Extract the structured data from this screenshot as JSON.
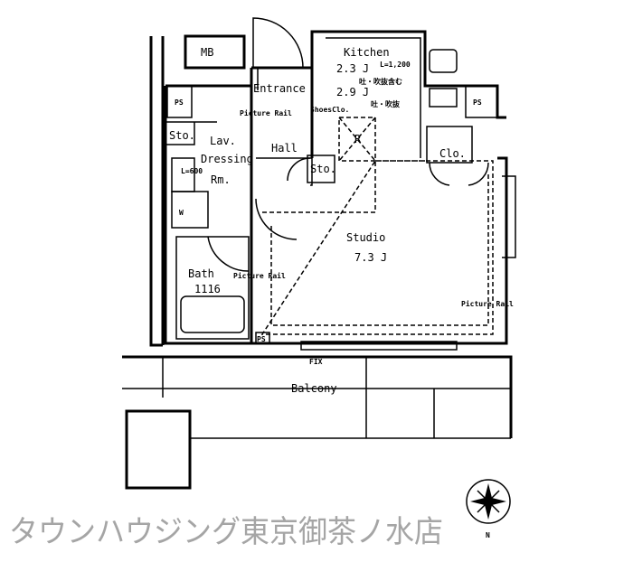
{
  "rooms": {
    "mb": "MB",
    "ps_left": "PS",
    "ps_right": "PS",
    "ps_bottom": "PS",
    "kitchen": "Kitchen",
    "kitchen_area_1": "2.3 J",
    "kitchen_area_2": "2.9 J",
    "kitchen_note_1": "吐・吹抜含む",
    "kitchen_note_2": "吐・吹抜",
    "kitchen_length": "L=1,200",
    "entrance": "Entrance",
    "picture_rail_entrance": "Picture Rail",
    "shoes_closet": "ShoesClo.",
    "storage_left": "Sto.",
    "lavatory": "Lav.",
    "dressing": "Dressing",
    "dressing_rm": "Rm.",
    "dressing_length": "L=600",
    "hall": "Hall",
    "storage_hall": "Sto.",
    "refrigerator": "R",
    "closet": "Clo.",
    "washer": "W",
    "studio": "Studio",
    "studio_area": "7.3 J",
    "bath": "Bath",
    "bath_size": "1116",
    "picture_rail_bath": "Picture Rail",
    "picture_rail_studio": "Picture Rail",
    "fix": "FIX",
    "balcony": "Balcony"
  },
  "compass": {
    "north": "N"
  },
  "watermark": "タウンハウジング東京御茶ノ水店"
}
